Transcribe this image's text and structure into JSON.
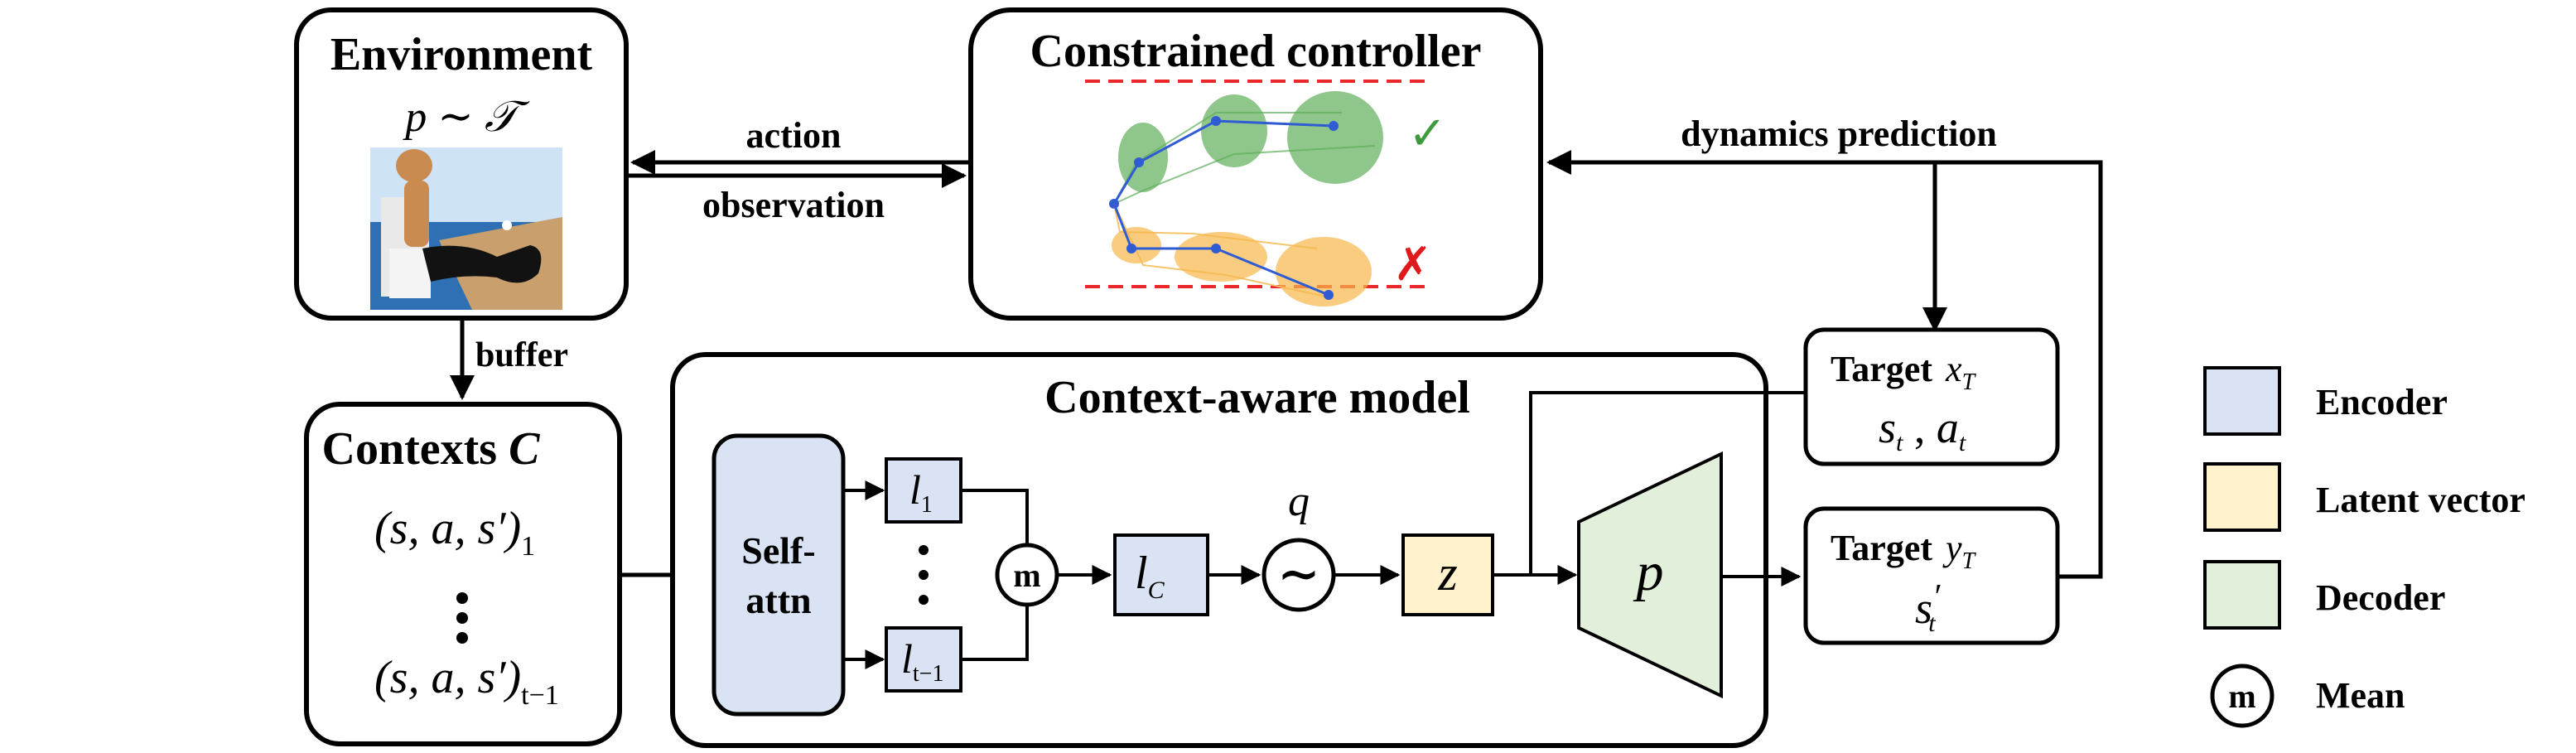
{
  "environment": {
    "title": "Environment",
    "formula": "p ∼ 𝒯"
  },
  "controller": {
    "title": "Constrained controller",
    "ok_mark": "✓",
    "fail_mark": "✗"
  },
  "arrows": {
    "action": "action",
    "observation": "observation",
    "dynamics_prediction": "dynamics prediction",
    "buffer": "buffer"
  },
  "contexts": {
    "title": "Contexts",
    "symbol": "C",
    "tuple": "(s, a, s′)",
    "sub_first": "1",
    "sub_last": "t−1"
  },
  "model": {
    "title": "Context-aware model",
    "self_attn_line1": "Self-",
    "self_attn_line2": "attn",
    "l1": "l",
    "l1_sub": "1",
    "lt": "l",
    "lt_sub": "t−1",
    "mean_node": "m",
    "lc": "l",
    "lc_sub": "C",
    "sample_node": "∼",
    "q": "q",
    "z": "z",
    "decoder": "p"
  },
  "target_x": {
    "label": "Target",
    "var": "x",
    "var_sub": "T",
    "s": "s",
    "s_sub": "t",
    "a": "a",
    "a_sub": "t"
  },
  "target_y": {
    "label": "Target",
    "var": "y",
    "var_sub": "T",
    "s": "s",
    "s_prime": "′",
    "s_sub": "t"
  },
  "legend": {
    "encoder": "Encoder",
    "latent": "Latent vector",
    "decoder": "Decoder",
    "mean_symbol": "m",
    "mean": "Mean"
  },
  "colors": {
    "encoder": "#dae3f3",
    "latent": "#fff2cc",
    "decoder": "#e2efda",
    "stroke": "#000000",
    "ok": "#3f9a3f",
    "fail": "#e0191b",
    "dashed": "#e8282b",
    "green_blob": "#5fae5a",
    "orange_blob": "#f7b74a",
    "point": "#2f5bd3"
  }
}
